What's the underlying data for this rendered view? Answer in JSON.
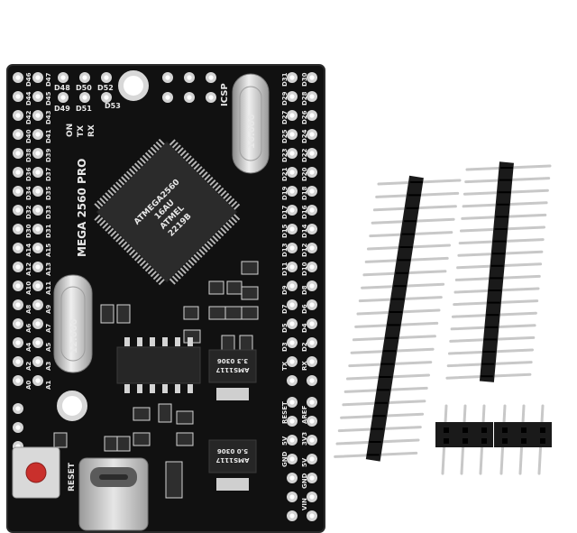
{
  "board": {
    "model_label": "MEGA 2560 PRO",
    "chip_lines": [
      "ATMEGA2560",
      "16AU",
      "ATMEL",
      "2219B"
    ],
    "crystal_top_label": "16.000",
    "crystal_bottom_label": "12.000",
    "header_label": "ICSP",
    "button_label": "RESET",
    "status_labels": [
      "ON",
      "TX",
      "RX"
    ],
    "reg1_lines": [
      "AMS1117",
      "3.3 0306"
    ],
    "reg2_lines": [
      "AMS1117",
      "5.0 0306"
    ],
    "left_pins_top": [
      "D46",
      "D44",
      "D42",
      "D40",
      "D38",
      "D36",
      "D34",
      "D32",
      "D30",
      "A14",
      "A12",
      "A10",
      "A8",
      "A6",
      "A4",
      "A2",
      "A0"
    ],
    "left_pins_inner": [
      "D47",
      "D45",
      "D43",
      "D41",
      "D39",
      "D37",
      "D35",
      "D33",
      "D31",
      "A15",
      "A13",
      "A11",
      "A9",
      "A7",
      "A5",
      "A3",
      "A1"
    ],
    "right_pins_outer": [
      "D30",
      "D28",
      "D26",
      "D24",
      "D22",
      "D20",
      "D18",
      "D16",
      "D14",
      "D12",
      "D10",
      "D8",
      "D6",
      "D4",
      "D2",
      "RX"
    ],
    "right_pins_inner": [
      "D31",
      "D29",
      "D27",
      "D25",
      "D23",
      "D21",
      "D19",
      "D17",
      "D15",
      "D13",
      "D11",
      "D9",
      "D7",
      "D5",
      "D3",
      "TX"
    ],
    "bottom_right_pins": [
      "AREF",
      "3V3",
      "5V",
      "GND",
      "VIN",
      "RESET",
      "5V",
      "GND"
    ],
    "top_pins": [
      "D48",
      "D50",
      "D52",
      "D49",
      "D51",
      "D53"
    ]
  },
  "colors": {
    "pcb": "#111111",
    "silkscreen": "#e8e8e8",
    "pad": "#d4d4d4",
    "header_plastic": "#1a1a1a",
    "pin_metal": "#c8c8c8",
    "reset_button": "#c9302c",
    "usb_metal": "#bfbfbf",
    "crystal_metal": "#cfcfcf"
  }
}
